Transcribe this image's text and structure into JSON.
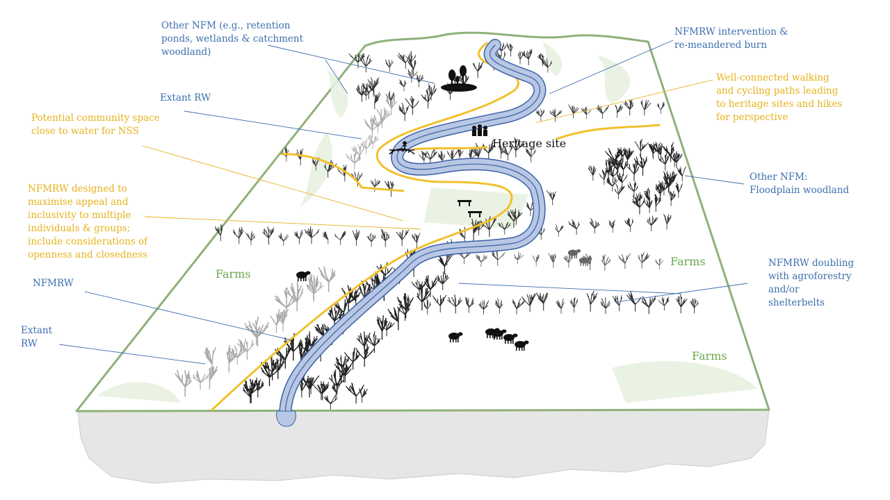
{
  "labels": {
    "other_nfm_ponds": "Other NFM (e.g., retention\nponds, wetlands & catchment\nwoodland)",
    "intervention": "NFMRW intervention &\nre-meandered burn",
    "walking_paths": "Well-connected walking\nand cycling paths leading\nto heritage sites and hikes\nfor perspective",
    "extant_rw_top": "Extant RW",
    "community_space": "Potential community space\nclose to water for NSS",
    "heritage_site": "Heritage site",
    "other_nfm_floodplain": "Other NFM:\nFloodplain woodland",
    "nfmrw_designed": "NFMRW designed to\nmaximise appeal and\ninclusivity to multiple\nindividuals & groups;\ninclude considerations of\nopenness and closedness",
    "farms_left": "Farms",
    "farms_right": "Farms",
    "farms_bottom": "Farms",
    "nfmrw": "NFMRW",
    "agroforestry": "NFMRW doubling\nwith agroforestry\nand/or\nshelterbelts",
    "extant_rw_bottom": "Extant\nRW"
  },
  "colors": {
    "annotation_blue": "#3d6fae",
    "annotation_gold": "#e6b21c",
    "farms_green": "#6aa84f",
    "border_green": "#8fb07a",
    "river_fill": "#b8c7e3",
    "river_edge": "#3a5fa8",
    "path_gold": "#f0c02c",
    "ground_grey": "#e6e6e6"
  },
  "icons": [
    "sheep-icon",
    "bench-icon",
    "bridge-icon",
    "heritage-people-icon",
    "pond-trees-icon",
    "tree-icon"
  ]
}
